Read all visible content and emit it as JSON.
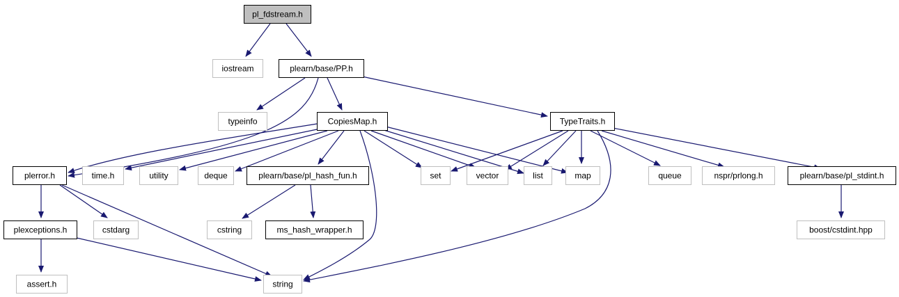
{
  "colors": {
    "edge": "#191970",
    "root_fill": "#bfbfbf",
    "root_border": "#000000",
    "doc_border": "#000000",
    "ext_border": "#bfbfbf",
    "node_fill": "#ffffff"
  },
  "nodes": [
    {
      "id": "pl_fdstream",
      "label": "pl_fdstream.h",
      "kind": "root"
    },
    {
      "id": "iostream",
      "label": "iostream",
      "kind": "external"
    },
    {
      "id": "pp",
      "label": "plearn/base/PP.h",
      "kind": "documented"
    },
    {
      "id": "typeinfo",
      "label": "typeinfo",
      "kind": "external"
    },
    {
      "id": "copiesmap",
      "label": "CopiesMap.h",
      "kind": "documented"
    },
    {
      "id": "typetraits",
      "label": "TypeTraits.h",
      "kind": "documented"
    },
    {
      "id": "plerror",
      "label": "plerror.h",
      "kind": "documented"
    },
    {
      "id": "time",
      "label": "time.h",
      "kind": "external"
    },
    {
      "id": "utility",
      "label": "utility",
      "kind": "external"
    },
    {
      "id": "deque",
      "label": "deque",
      "kind": "external"
    },
    {
      "id": "hashfun",
      "label": "plearn/base/pl_hash_fun.h",
      "kind": "documented"
    },
    {
      "id": "set",
      "label": "set",
      "kind": "external"
    },
    {
      "id": "vector",
      "label": "vector",
      "kind": "external"
    },
    {
      "id": "list",
      "label": "list",
      "kind": "external"
    },
    {
      "id": "map",
      "label": "map",
      "kind": "external"
    },
    {
      "id": "queue",
      "label": "queue",
      "kind": "external"
    },
    {
      "id": "prlong",
      "label": "nspr/prlong.h",
      "kind": "external"
    },
    {
      "id": "stdint",
      "label": "plearn/base/pl_stdint.h",
      "kind": "documented"
    },
    {
      "id": "plexceptions",
      "label": "plexceptions.h",
      "kind": "documented"
    },
    {
      "id": "cstdarg",
      "label": "cstdarg",
      "kind": "external"
    },
    {
      "id": "cstring",
      "label": "cstring",
      "kind": "external"
    },
    {
      "id": "mshash",
      "label": "ms_hash_wrapper.h",
      "kind": "documented"
    },
    {
      "id": "boostcstdint",
      "label": "boost/cstdint.hpp",
      "kind": "external"
    },
    {
      "id": "assert",
      "label": "assert.h",
      "kind": "external"
    },
    {
      "id": "string",
      "label": "string",
      "kind": "external"
    }
  ],
  "edges": [
    {
      "from": "pl_fdstream",
      "to": "iostream"
    },
    {
      "from": "pl_fdstream",
      "to": "pp"
    },
    {
      "from": "pp",
      "to": "typeinfo"
    },
    {
      "from": "pp",
      "to": "plerror"
    },
    {
      "from": "pp",
      "to": "copiesmap"
    },
    {
      "from": "pp",
      "to": "typetraits"
    },
    {
      "from": "copiesmap",
      "to": "plerror"
    },
    {
      "from": "copiesmap",
      "to": "time"
    },
    {
      "from": "copiesmap",
      "to": "utility"
    },
    {
      "from": "copiesmap",
      "to": "deque"
    },
    {
      "from": "copiesmap",
      "to": "hashfun"
    },
    {
      "from": "copiesmap",
      "to": "set"
    },
    {
      "from": "copiesmap",
      "to": "vector"
    },
    {
      "from": "copiesmap",
      "to": "list"
    },
    {
      "from": "copiesmap",
      "to": "map"
    },
    {
      "from": "copiesmap",
      "to": "string"
    },
    {
      "from": "typetraits",
      "to": "set"
    },
    {
      "from": "typetraits",
      "to": "vector"
    },
    {
      "from": "typetraits",
      "to": "list"
    },
    {
      "from": "typetraits",
      "to": "map"
    },
    {
      "from": "typetraits",
      "to": "queue"
    },
    {
      "from": "typetraits",
      "to": "prlong"
    },
    {
      "from": "typetraits",
      "to": "stdint"
    },
    {
      "from": "typetraits",
      "to": "string"
    },
    {
      "from": "plerror",
      "to": "plexceptions"
    },
    {
      "from": "plerror",
      "to": "cstdarg"
    },
    {
      "from": "plerror",
      "to": "string"
    },
    {
      "from": "hashfun",
      "to": "cstring"
    },
    {
      "from": "hashfun",
      "to": "mshash"
    },
    {
      "from": "stdint",
      "to": "boostcstdint"
    },
    {
      "from": "plexceptions",
      "to": "assert"
    },
    {
      "from": "plexceptions",
      "to": "string"
    }
  ]
}
